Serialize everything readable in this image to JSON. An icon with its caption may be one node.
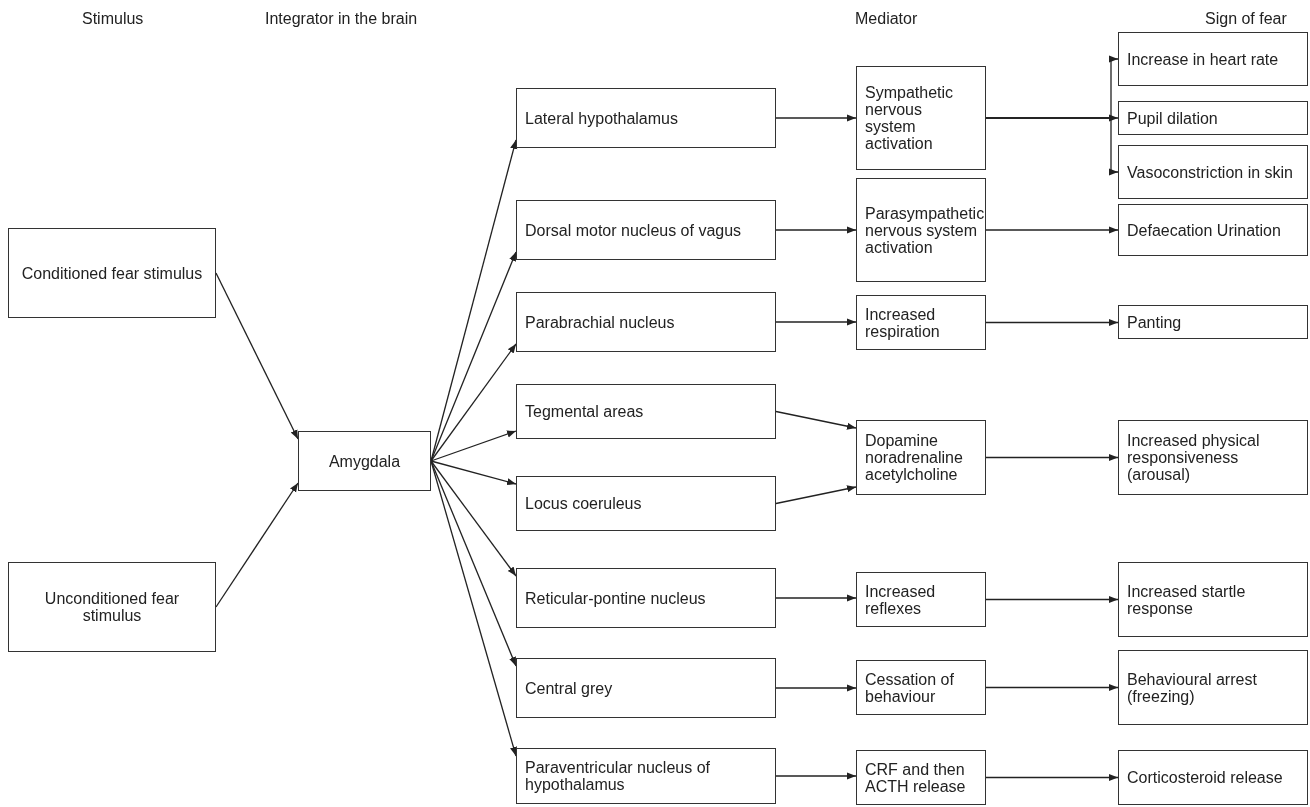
{
  "diagram": {
    "nodes": [
      {
        "text": [
          "Conditioned fear stimulus"
        ]
      },
      {
        "text": [
          "Unconditioned fear stimulus"
        ]
      },
      {
        "text": [
          "Amygdala"
        ]
      },
      {
        "text": [
          "Lateral hypothalamus"
        ]
      },
      {
        "text": [
          "Dorsal motor nucleus of vagus"
        ]
      },
      {
        "text": [
          "Parabrachial nucleus"
        ]
      },
      {
        "text": [
          "Tegmental areas"
        ]
      },
      {
        "text": [
          "Locus coeruleus"
        ]
      },
      {
        "text": [
          "Reticular-pontine nucleus"
        ]
      },
      {
        "text": [
          "Central grey"
        ]
      },
      {
        "text": [
          "Paraventricular nucleus of hypothalamus"
        ]
      },
      {
        "text": [
          "Sympathetic nervous system activation"
        ]
      },
      {
        "text": [
          "Parasympathetic nervous system activation"
        ]
      },
      {
        "text": [
          "Increased respiration"
        ]
      },
      {
        "text": [
          "Dopamine noradrenaline acetylcholine"
        ]
      },
      {
        "text": [
          "Increased reflexes"
        ]
      },
      {
        "text": [
          "Cessation of behaviour"
        ]
      },
      {
        "text": [
          "CRF and then ACTH release"
        ]
      },
      {
        "text": [
          "Increase in heart rate"
        ]
      },
      {
        "text": [
          "Pupil dilation"
        ]
      },
      {
        "text": [
          "Vasoconstriction in skin"
        ]
      },
      {
        "text": [
          "Defaecation Urination"
        ]
      },
      {
        "text": [
          "Panting"
        ]
      },
      {
        "text": [
          "Increased physical responsiveness (arousal)"
        ]
      },
      {
        "text": [
          "Increased startle response"
        ]
      },
      {
        "text": [
          "Behavioural arrest (freezing)"
        ]
      },
      {
        "text": [
          "Corticosteroid release"
        ]
      }
    ],
    "edges": [
      {
        "from": 0,
        "to": 2,
        "arrow": "to"
      },
      {
        "from": 1,
        "to": 2,
        "arrow": "to"
      },
      {
        "from": 2,
        "to": 3,
        "arrow": "to"
      },
      {
        "from": 2,
        "to": 4,
        "arrow": "to"
      },
      {
        "from": 2,
        "to": 5,
        "arrow": "to"
      },
      {
        "from": 2,
        "to": 6,
        "arrow": "to"
      },
      {
        "from": 2,
        "to": 7,
        "arrow": "to"
      },
      {
        "from": 2,
        "to": 8,
        "arrow": "to"
      },
      {
        "from": 2,
        "to": 9,
        "arrow": "to"
      },
      {
        "from": 2,
        "to": 10,
        "arrow": "to"
      },
      {
        "from": 3,
        "to": 11,
        "arrow": "to"
      },
      {
        "from": 4,
        "to": 12,
        "arrow": "to"
      },
      {
        "from": 5,
        "to": 13,
        "arrow": "to"
      },
      {
        "from": 6,
        "to": 14,
        "arrow": "to"
      },
      {
        "from": 7,
        "to": 14,
        "arrow": "to"
      },
      {
        "from": 8,
        "to": 15,
        "arrow": "to"
      },
      {
        "from": 9,
        "to": 16,
        "arrow": "to"
      },
      {
        "from": 10,
        "to": 17,
        "arrow": "to"
      },
      {
        "from": 11,
        "to": 18,
        "arrow": "to"
      },
      {
        "from": 11,
        "to": 19,
        "arrow": "to"
      },
      {
        "from": 11,
        "to": 20,
        "arrow": "to"
      },
      {
        "from": 12,
        "to": 21,
        "arrow": "to"
      },
      {
        "from": 13,
        "to": 22,
        "arrow": "to"
      },
      {
        "from": 14,
        "to": 23,
        "arrow": "to"
      },
      {
        "from": 15,
        "to": 24,
        "arrow": "to"
      },
      {
        "from": 16,
        "to": 25,
        "arrow": "to"
      },
      {
        "from": 17,
        "to": 26,
        "arrow": "to"
      }
    ],
    "labels": [
      "Stimulus",
      "Integrator in the brain",
      "Mediator",
      "Sign of fear"
    ]
  }
}
